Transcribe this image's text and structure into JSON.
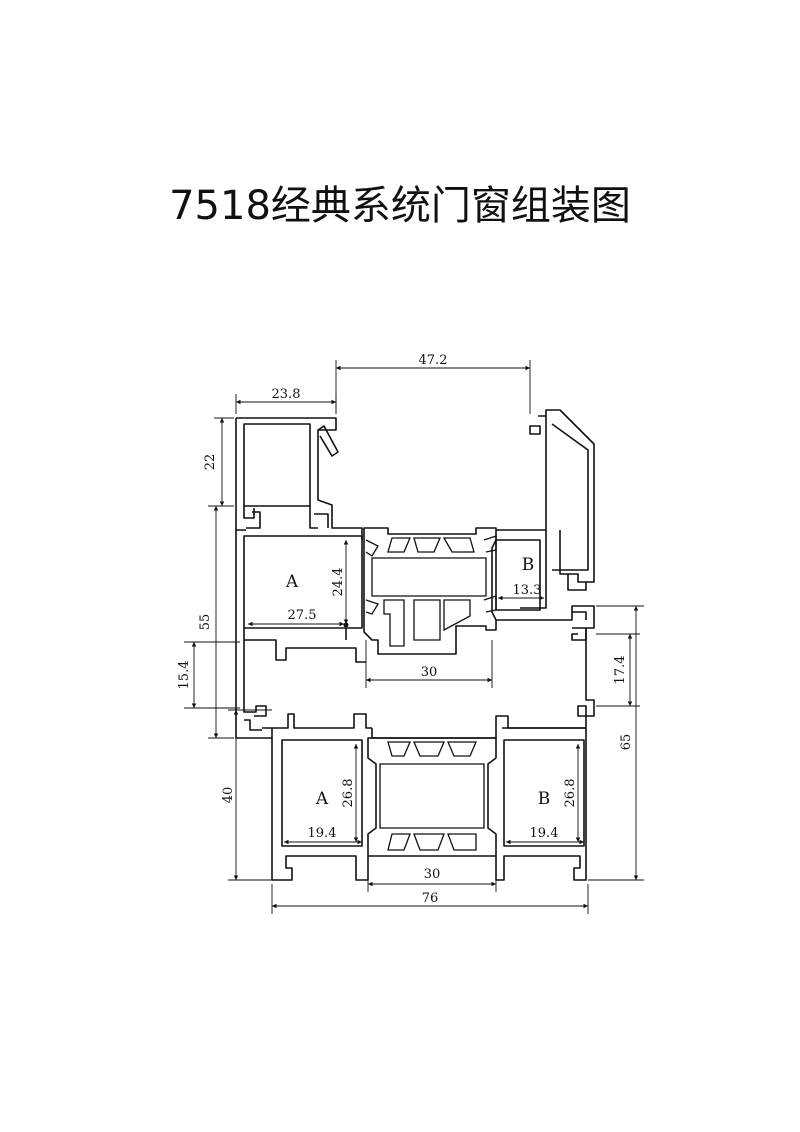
{
  "title": "7518经典系统门窗组装图",
  "dimensions": {
    "d_47_2": "47.2",
    "d_23_8": "23.8",
    "d_22": "22",
    "d_55": "55",
    "d_15_4": "15.4",
    "d_40": "40",
    "d_24_4": "24.4",
    "d_27_5": "27.5",
    "d_13_3": "13.3",
    "d_30_top": "30",
    "d_17_4": "17.4",
    "d_65": "65",
    "d_26_8_left": "26.8",
    "d_19_4_left": "19.4",
    "d_30_bottom": "30",
    "d_26_8_right": "26.8",
    "d_19_4_right": "19.4",
    "d_76": "76"
  },
  "zones": {
    "a_top": "A",
    "b_top": "B",
    "a_bottom": "A",
    "b_bottom": "B"
  }
}
